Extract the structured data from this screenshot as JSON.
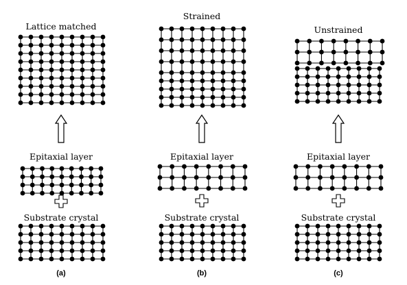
{
  "panels": [
    {
      "id": "a",
      "result_label": "Lattice matched",
      "epitaxial_label": "Epitaxial layer",
      "substrate_label": "Substrate crystal",
      "caption": "(a)"
    },
    {
      "id": "b",
      "result_label": "Strained",
      "epitaxial_label": "Epitaxial layer",
      "substrate_label": "Substrate crystal",
      "caption": "(b)"
    },
    {
      "id": "c",
      "result_label": "Unstrained",
      "epitaxial_label": "Epitaxial layer",
      "substrate_label": "Substrate crystal",
      "caption": "(c)"
    }
  ],
  "colors": {
    "atom": "#000000",
    "bond": "#000000",
    "background": "#ffffff"
  }
}
